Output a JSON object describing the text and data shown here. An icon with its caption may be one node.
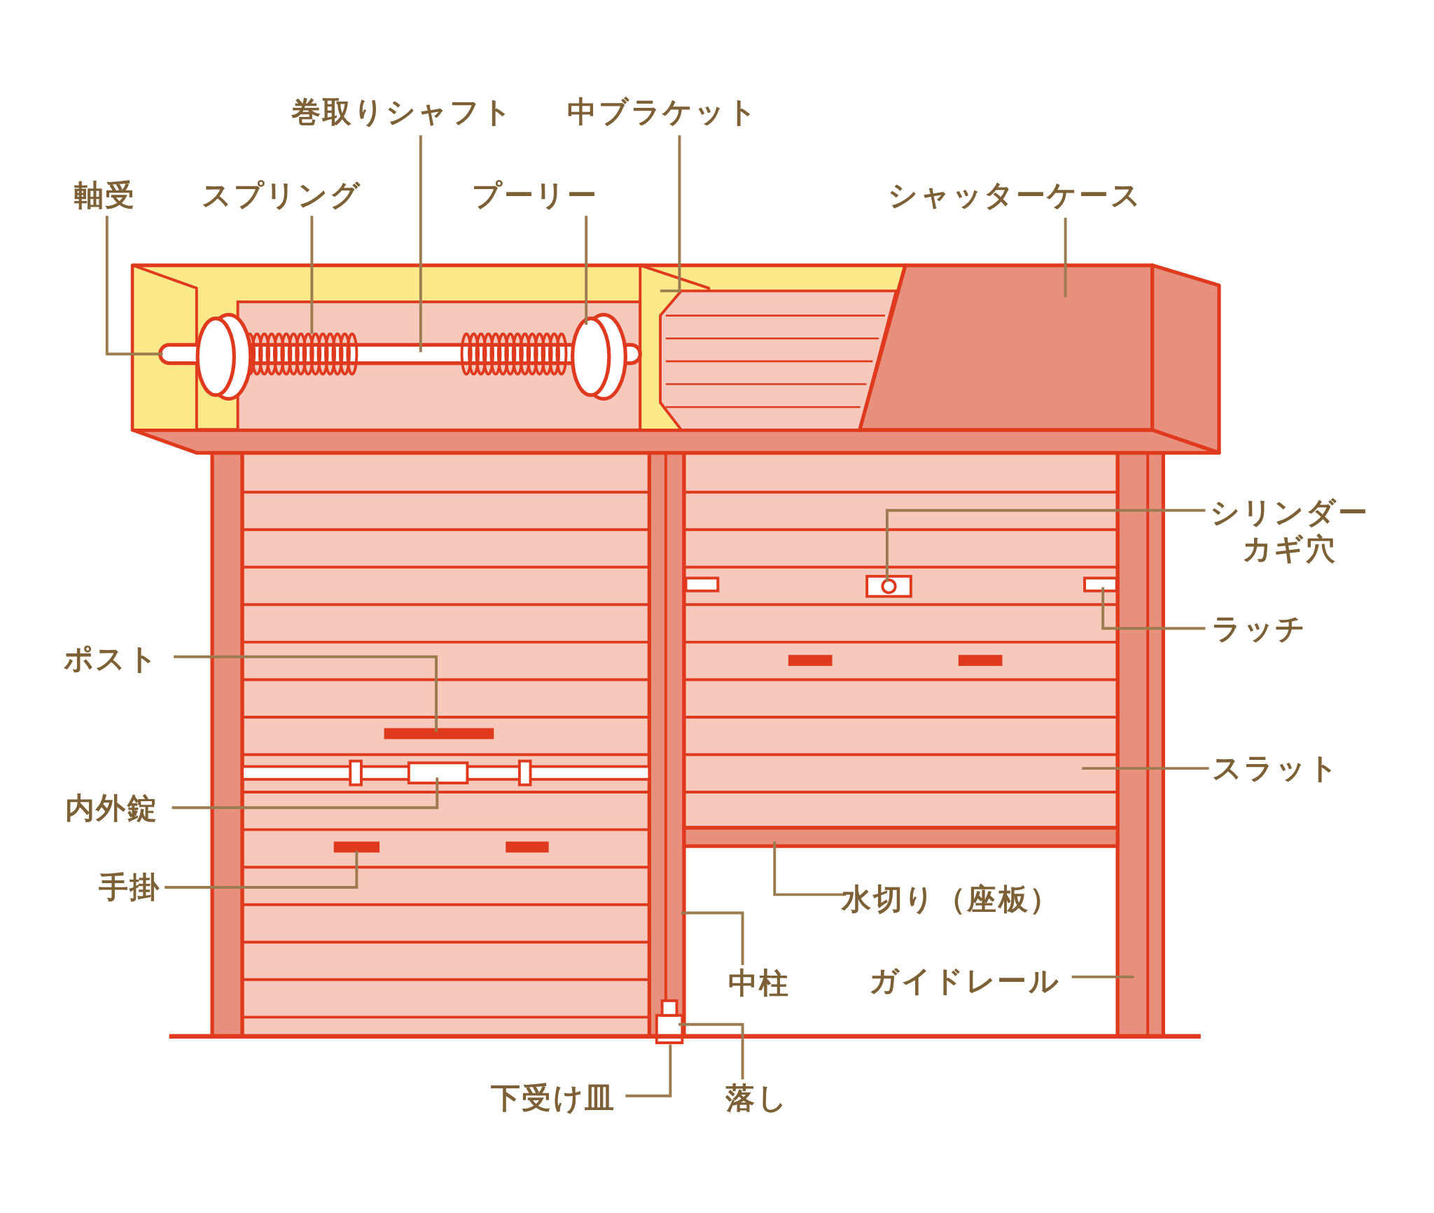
{
  "diagram": {
    "nodes": [
      {
        "text": [
          "巻取りシャフト"
        ]
      },
      {
        "text": [
          "中ブラケット"
        ]
      },
      {
        "text": [
          "軸受"
        ]
      },
      {
        "text": [
          "スプリング"
        ]
      },
      {
        "text": [
          "プーリー"
        ]
      },
      {
        "text": [
          "シャッターケース"
        ]
      },
      {
        "text": [
          "シリンダーカギ穴"
        ]
      },
      {
        "text": [
          "ラッチ"
        ]
      },
      {
        "text": [
          "ポスト"
        ]
      },
      {
        "text": [
          "内外錠"
        ]
      },
      {
        "text": [
          "手掛"
        ]
      },
      {
        "text": [
          "スラット"
        ]
      },
      {
        "text": [
          "水切り（座板）"
        ]
      },
      {
        "text": [
          "中柱"
        ]
      },
      {
        "text": [
          "ガイドレール"
        ]
      },
      {
        "text": [
          "下受け皿"
        ]
      },
      {
        "text": [
          "落し"
        ]
      }
    ],
    "edges": [
      {
        "from": 0,
        "to": null,
        "arrow": "none"
      },
      {
        "from": 1,
        "to": null,
        "arrow": "none"
      },
      {
        "from": 2,
        "to": null,
        "arrow": "none"
      },
      {
        "from": 3,
        "to": null,
        "arrow": "none"
      },
      {
        "from": 4,
        "to": null,
        "arrow": "none"
      },
      {
        "from": 5,
        "to": null,
        "arrow": "none"
      },
      {
        "from": 6,
        "to": null,
        "arrow": "none"
      },
      {
        "from": 7,
        "to": null,
        "arrow": "none"
      },
      {
        "from": 8,
        "to": null,
        "arrow": "none"
      },
      {
        "from": 9,
        "to": null,
        "arrow": "none"
      },
      {
        "from": 10,
        "to": null,
        "arrow": "none"
      },
      {
        "from": 11,
        "to": null,
        "arrow": "none"
      },
      {
        "from": 12,
        "to": null,
        "arrow": "none"
      },
      {
        "from": 13,
        "to": null,
        "arrow": "none"
      },
      {
        "from": 14,
        "to": null,
        "arrow": "none"
      },
      {
        "from": 15,
        "to": null,
        "arrow": "none"
      },
      {
        "from": 16,
        "to": null,
        "arrow": "none"
      }
    ]
  }
}
